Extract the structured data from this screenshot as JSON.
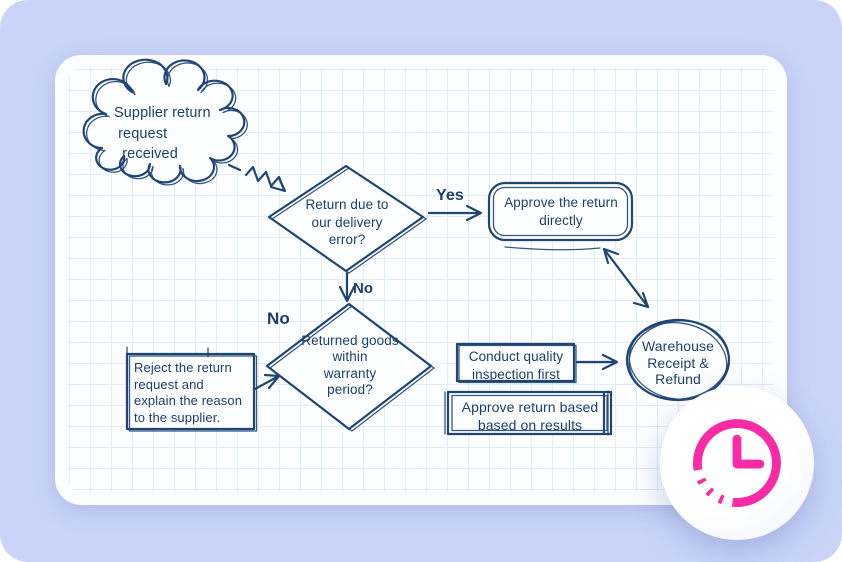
{
  "theme": {
    "background": "#c9d4f8",
    "card_background": "#fdfeff",
    "grid_color": "#e2ecf5",
    "ink_color": "#1e4573",
    "accent_pink": "#f82ba6"
  },
  "flow": {
    "nodes": {
      "start_cloud": {
        "type": "cloud",
        "label": "Supplier return\n request\n  received"
      },
      "decision_delivery": {
        "type": "decision",
        "label": "Return due to\nour delivery\nerror?"
      },
      "approve_direct": {
        "type": "rounded-process",
        "label": "Approve the return\ndirectly"
      },
      "decision_warranty": {
        "type": "decision",
        "label": "Returned goods\nwithin\nwarranty\nperiod?"
      },
      "reject_request": {
        "type": "process",
        "label": "Reject the return\nrequest and\nexplain the reason\nto the supplier."
      },
      "quality_inspection": {
        "type": "process",
        "label": "Conduct quality\ninspection first"
      },
      "approve_results": {
        "type": "process",
        "label": "Approve return based\nbased on results"
      },
      "warehouse_refund": {
        "type": "terminator",
        "label": "Warehouse\nReceipt &\nRefund"
      }
    },
    "edge_labels": {
      "yes": "Yes",
      "no_down": "No",
      "no_side": "No"
    }
  },
  "badge": {
    "icon": "clock"
  }
}
